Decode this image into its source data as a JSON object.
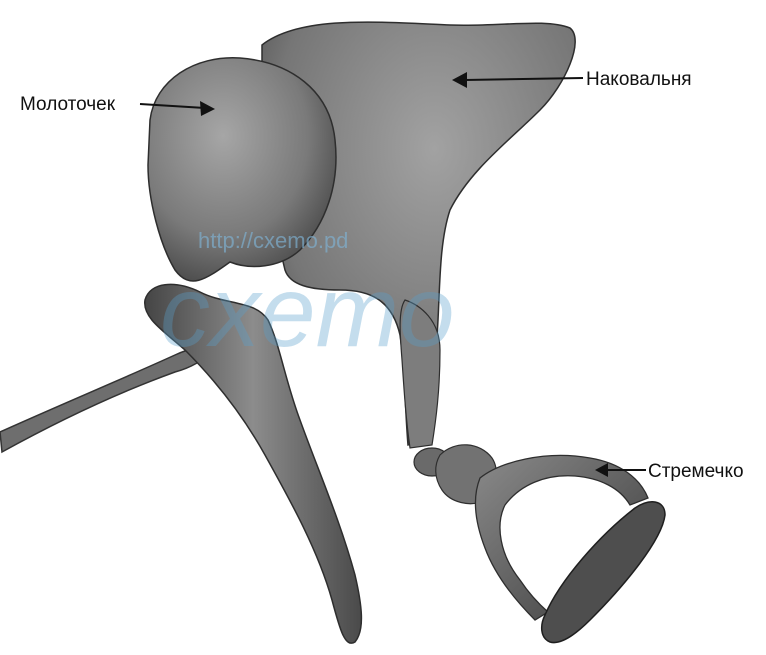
{
  "labels": {
    "malleus": "Молоточек",
    "incus": "Наковальня",
    "stapes": "Стремечко"
  },
  "watermark": {
    "url": "http://cxemo.pd",
    "word": "cxemo"
  },
  "colors": {
    "bone_light": "#8e8e8e",
    "bone_mid": "#6a6a6a",
    "bone_dark": "#3c3c3c",
    "arrow": "#111111",
    "watermark": "#5aa0cc"
  }
}
